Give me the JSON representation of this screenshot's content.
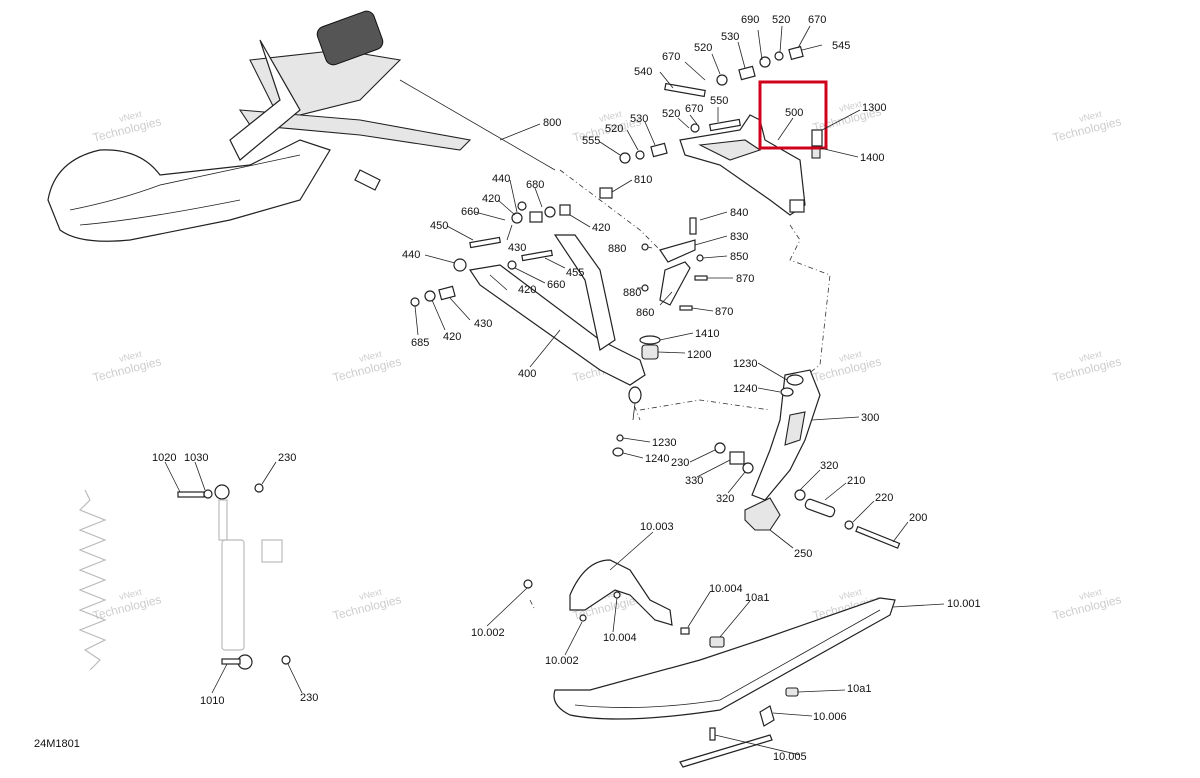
{
  "diagram_code": "24M1801",
  "watermark": {
    "line1": "vNext",
    "line2": "Technologies"
  },
  "highlight": {
    "color": "#d0021b",
    "label": "500"
  },
  "callouts": {
    "c690": "690",
    "c520a": "520",
    "c670a": "670",
    "c530a": "530",
    "c545": "545",
    "c670b": "670",
    "c520b": "520",
    "c540": "540",
    "c500": "500",
    "c1300": "1300",
    "c1400": "1400",
    "c550": "550",
    "c670c": "670",
    "c520c": "520",
    "c530b": "530",
    "c520d": "520",
    "c555": "555",
    "c800": "800",
    "c810": "810",
    "c440a": "440",
    "c680": "680",
    "c420a": "420",
    "c660a": "660",
    "c420b": "420",
    "c450": "450",
    "c430a": "430",
    "c440b": "440",
    "c455": "455",
    "c660b": "660",
    "c420c": "420",
    "c430b": "430",
    "c685": "685",
    "c420d": "420",
    "c400": "400",
    "c840": "840",
    "c880a": "880",
    "c830": "830",
    "c850": "850",
    "c870a": "870",
    "c880b": "880",
    "c860": "860",
    "c870b": "870",
    "c1410": "1410",
    "c1200": "1200",
    "c1230a": "1230",
    "c1240a": "1240",
    "c300": "300",
    "c1230b": "1230",
    "c1240b": "1240",
    "c230a": "230",
    "c330": "330",
    "c320a": "320",
    "c320b": "320",
    "c210": "210",
    "c220": "220",
    "c200": "200",
    "c250": "250",
    "c1020": "1020",
    "c1030": "1030",
    "c230b": "230",
    "c1010": "1010",
    "c230c": "230",
    "c10003": "10.003",
    "c10004a": "10.004",
    "c10a1a": "10a1",
    "c10001": "10.001",
    "c10002a": "10.002",
    "c10004b": "10.004",
    "c10002b": "10.002",
    "c10a1b": "10a1",
    "c10006": "10.006",
    "c10005": "10.005"
  }
}
